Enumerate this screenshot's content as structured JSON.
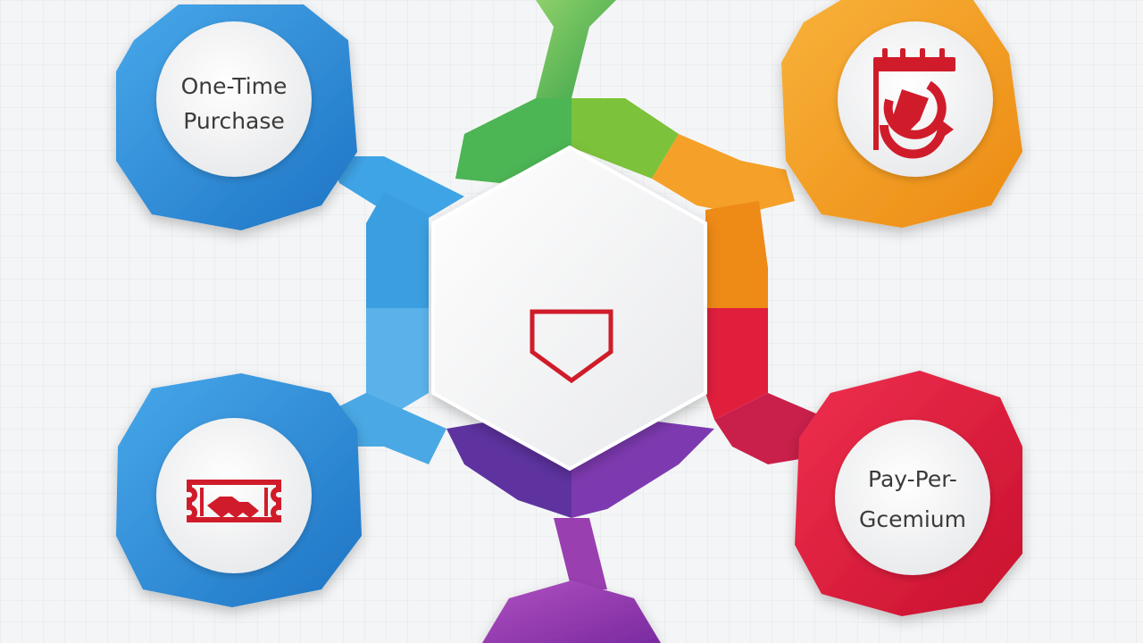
{
  "diagram": {
    "center": {
      "icon": "shield-icon"
    },
    "nodes": [
      {
        "id": "top-left",
        "label_line1": "One-Time",
        "label_line2": "Purchase",
        "color": "#2f8fd8"
      },
      {
        "id": "top-right",
        "icon": "calendar-refresh-icon",
        "color": "#f39a1f"
      },
      {
        "id": "bottom-left",
        "icon": "handshake-ticket-icon",
        "color": "#2f8fd8"
      },
      {
        "id": "bottom-right",
        "label_line1": "Pay-Per-",
        "label_line2": "Gcemium",
        "color": "#e0203f"
      }
    ],
    "segment_colors": {
      "green": "#5cb83a",
      "orange": "#f39a1f",
      "red": "#e0203f",
      "purple": "#6e3aa8",
      "blue": "#3a9ee0",
      "magenta": "#b02a8a"
    },
    "icon_color": "#d01e2a"
  }
}
